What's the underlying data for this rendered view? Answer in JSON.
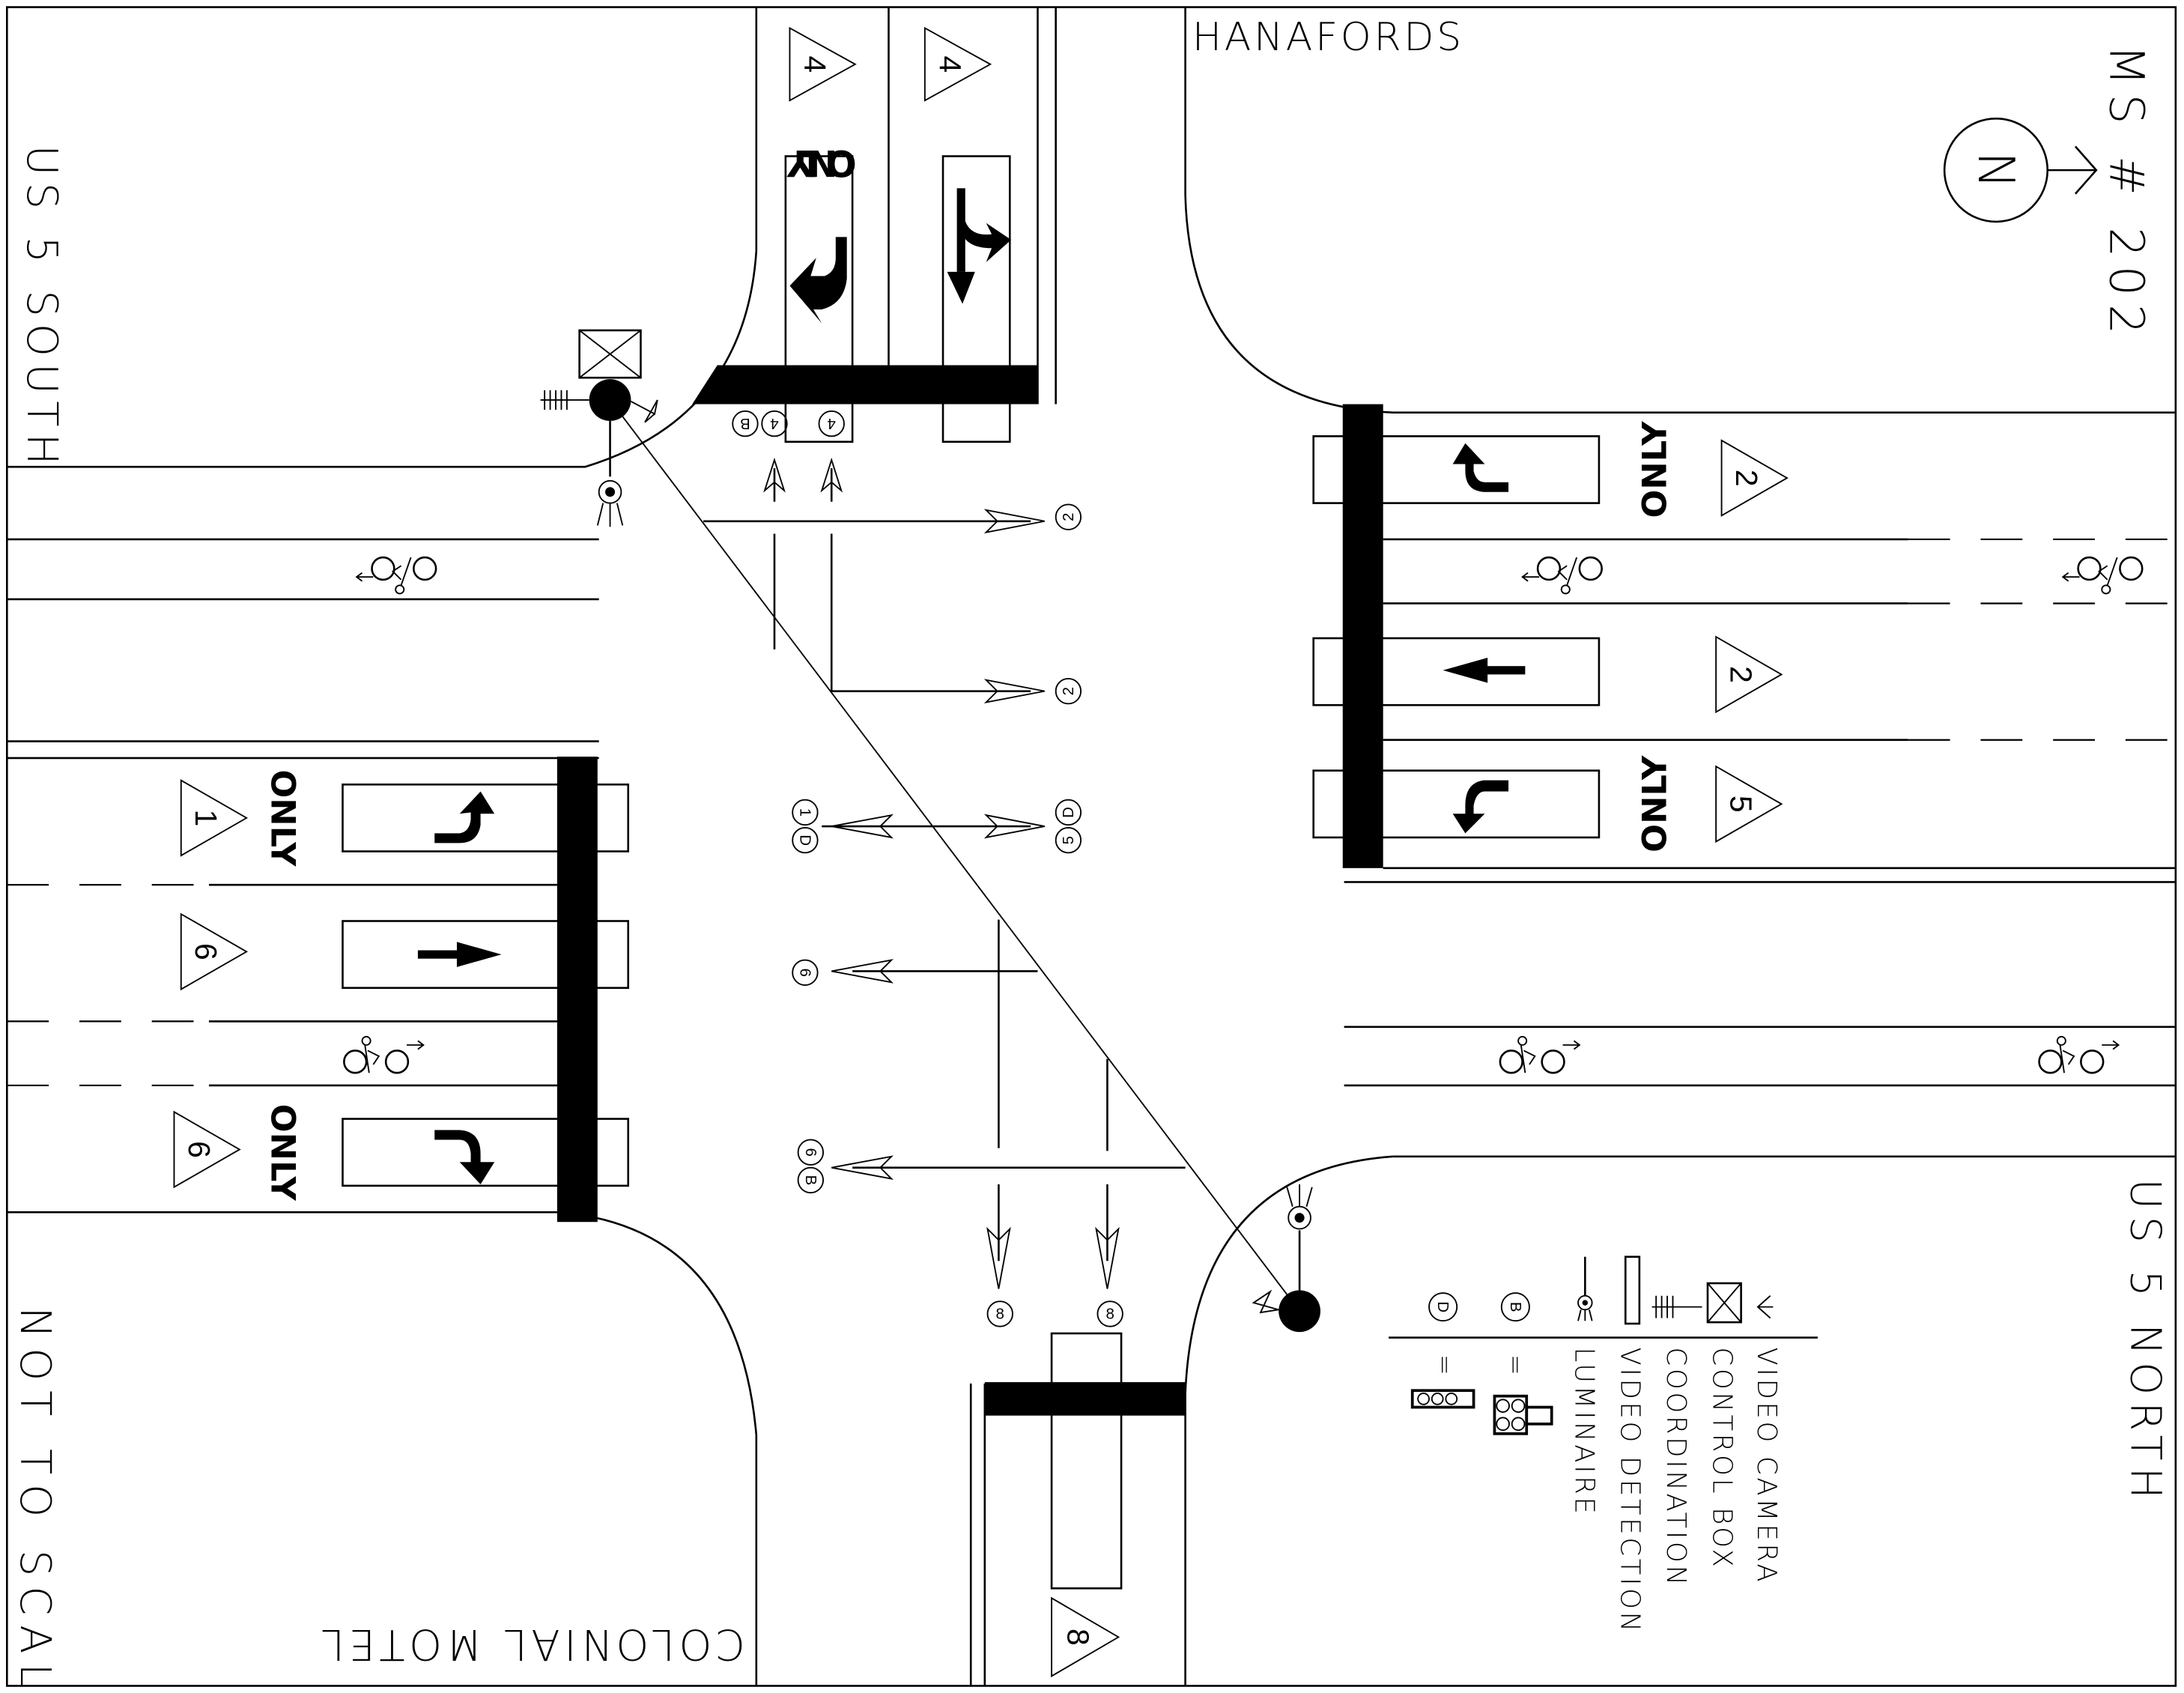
{
  "title": "MS # 202",
  "labels": {
    "top_right_business": "HANAFORDS",
    "bottom_left_business": "COLONIAL MOTEL",
    "road_west": "US 5 SOUTH",
    "road_east": "US 5 NORTH",
    "scale_note": "NOT TO SCALE",
    "north_arrow": "N"
  },
  "lane_markings": {
    "only_word": "ONLY"
  },
  "approach_signs": {
    "north": [
      "4",
      "4"
    ],
    "east": [
      "2",
      "2",
      "5"
    ],
    "west": [
      "1",
      "6",
      "6"
    ],
    "south": [
      "8"
    ]
  },
  "signal_heads": {
    "north_bound_heads": [
      {
        "label": "4",
        "sub": "B"
      },
      {
        "label": "4",
        "sub": ""
      }
    ],
    "west_heads_top": [
      {
        "label": "2"
      },
      {
        "label": "2"
      }
    ],
    "center_left": {
      "label": "1",
      "sub": "D"
    },
    "center_right": {
      "label": "5",
      "sub": "D"
    },
    "east_head_6": {
      "label": "6"
    },
    "east_head_6b": {
      "label": "6",
      "sub": "B"
    },
    "south_heads": [
      {
        "label": "8"
      },
      {
        "label": "8"
      }
    ]
  },
  "legend": {
    "items": [
      {
        "symbol": "video-camera",
        "label": "VIDEO CAMERA"
      },
      {
        "symbol": "control-box",
        "label": "CONTROL BOX"
      },
      {
        "symbol": "coordination",
        "label": "COORDINATION"
      },
      {
        "symbol": "video-detection",
        "label": "VIDEO DETECTION"
      },
      {
        "symbol": "luminaire",
        "label": "LUMINAIRE"
      },
      {
        "symbol": "B",
        "label": "="
      },
      {
        "symbol": "D",
        "label": "="
      }
    ]
  }
}
